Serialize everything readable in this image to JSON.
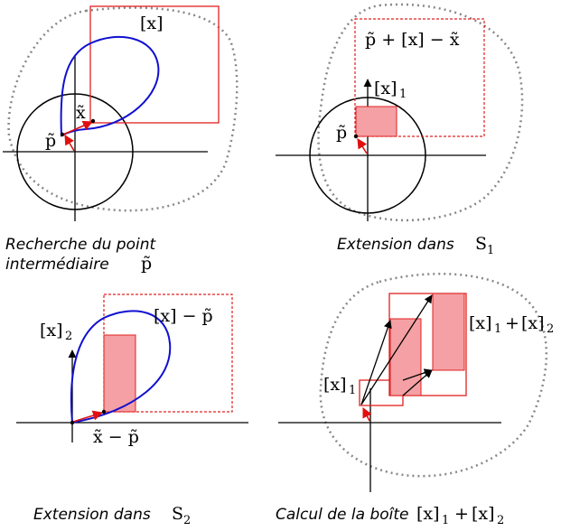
{
  "panels": {
    "p1": {
      "caption_line1": "Recherche du point",
      "caption_line2": "intermédiaire",
      "caption_math": "p̃",
      "label_x_box": "[x]",
      "label_x_tilde": "x̃",
      "label_p_tilde": "p̃"
    },
    "p2": {
      "caption": "Extension dans",
      "caption_math_main": "S",
      "caption_math_sub": "1",
      "label_shifted_box": "p̃ + [x] − x̃",
      "label_x1_main": "[x]",
      "label_x1_sub": "1",
      "label_p_tilde": "p̃"
    },
    "p3": {
      "caption": "Extension dans",
      "caption_math_main": "S",
      "caption_math_sub": "2",
      "label_x_minus_p": "[x] − p̃",
      "label_x2_main": "[x]",
      "label_x2_sub": "2",
      "label_xtilde_minus_p": "x̃ − p̃"
    },
    "p4": {
      "caption": "Calcul de la boîte",
      "caption_math_a": "[x]",
      "caption_math_a_sub": "1",
      "caption_math_plus": "+",
      "caption_math_b": "[x]",
      "caption_math_b_sub": "2",
      "label_x1_main": "[x]",
      "label_x1_sub": "1",
      "label_sum_a": "[x]",
      "label_sum_a_sub": "1",
      "label_sum_plus": "+",
      "label_sum_b": "[x]",
      "label_sum_b_sub": "2"
    }
  },
  "colors": {
    "curve": "#1010d0",
    "box": "#e02020",
    "fill": "#f4a0a4",
    "arrow": "#e01010",
    "dotted": "#888888",
    "axis": "#000000"
  }
}
